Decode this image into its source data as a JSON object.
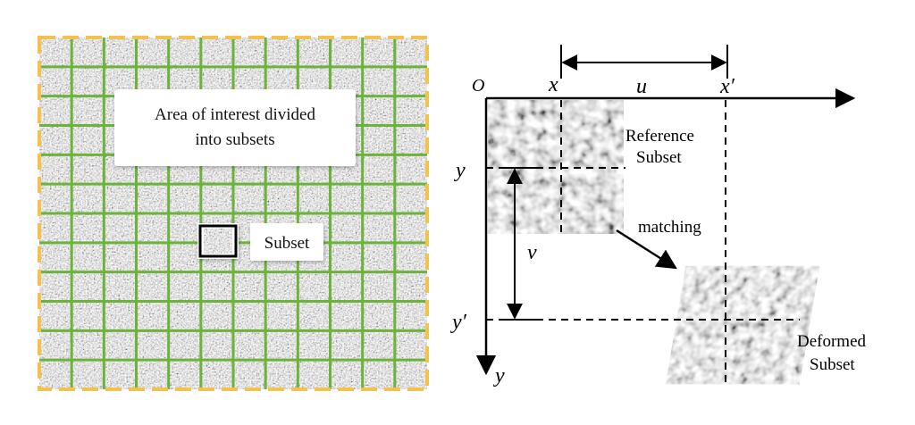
{
  "left_panel": {
    "aoi_label_line1": "Area of interest divided",
    "aoi_label_line2": "into subsets",
    "subset_label": "Subset",
    "grid_color": "#6bb33a",
    "border_color": "#f3c24e",
    "subset_box_color": "#000000"
  },
  "right_panel": {
    "origin_label": "O",
    "x_label": "x",
    "x_prime_label": "x′",
    "u_label": "u",
    "y_label": "y",
    "y_prime_label": "y′",
    "v_label": "v",
    "y_axis_label": "y",
    "reference_line1": "Reference",
    "reference_line2": "Subset",
    "matching_label": "matching",
    "deformed_line1": "Deformed",
    "deformed_line2": "Subset"
  }
}
